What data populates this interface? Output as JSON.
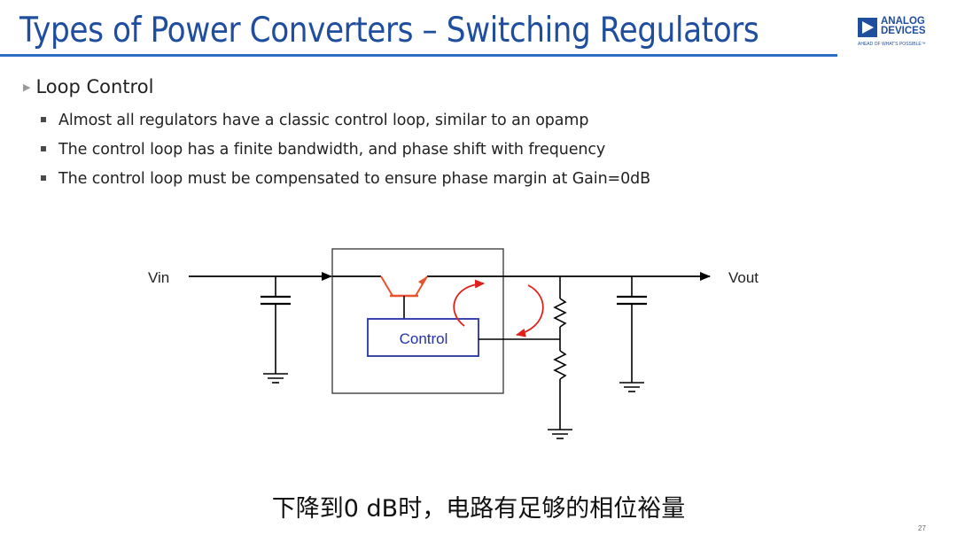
{
  "header": {
    "title": "Types of Power Converters – Switching Regulators"
  },
  "logo": {
    "line1": "ANALOG",
    "line2": "DEVICES",
    "tagline": "AHEAD OF WHAT'S POSSIBLE™",
    "color": "#1f4e9e"
  },
  "content": {
    "heading": "Loop Control",
    "bullets": [
      "Almost all regulators have a classic control loop, similar to an opamp",
      "The control loop has a finite bandwidth, and phase shift with frequency",
      "The control loop must be compensated to ensure phase margin at Gain=0dB"
    ]
  },
  "diagram": {
    "vin_label": "Vin",
    "vout_label": "Vout",
    "control_label": "Control",
    "colors": {
      "wire": "#000000",
      "transistor": "#e8532b",
      "loop_arrows": "#e0201b",
      "control_box": "#2433a8"
    }
  },
  "subtitle": "下降到0 dB时，电路有足够的相位裕量",
  "page_number": "27"
}
